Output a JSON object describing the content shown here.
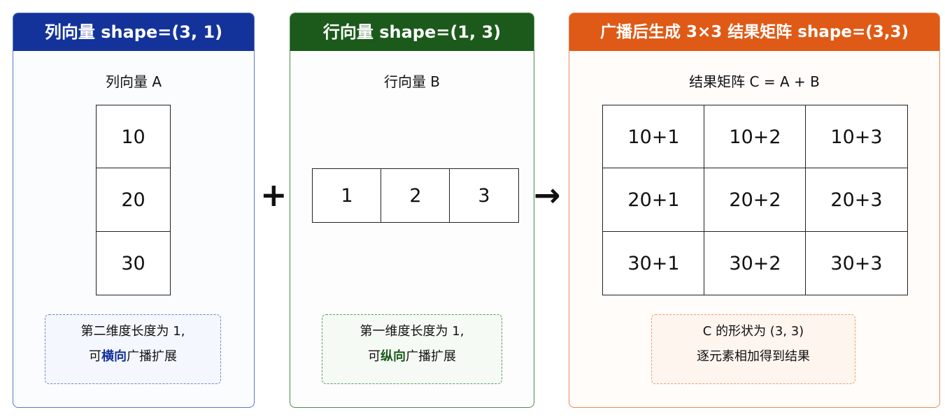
{
  "panel_a": {
    "title": "列向量 shape=(3, 1)",
    "subtitle": "列向量 A",
    "values": [
      "10",
      "20",
      "30"
    ],
    "note_line1": "第二维度长度为 1,",
    "note_prefix": "可",
    "note_highlight": "横向",
    "note_suffix": "广播扩展"
  },
  "operator_plus": "+",
  "panel_b": {
    "title": "行向量 shape=(1, 3)",
    "subtitle": "行向量 B",
    "values": [
      "1",
      "2",
      "3"
    ],
    "note_line1": "第一维度长度为 1,",
    "note_prefix": "可",
    "note_highlight": "纵向",
    "note_suffix": "广播扩展"
  },
  "operator_arrow": "→",
  "panel_c": {
    "title": "广播后生成 3×3 结果矩阵 shape=(3,3)",
    "subtitle": "结果矩阵 C = A + B",
    "matrix": [
      [
        "10+1",
        "10+2",
        "10+3"
      ],
      [
        "20+1",
        "20+2",
        "20+3"
      ],
      [
        "30+1",
        "30+2",
        "30+3"
      ]
    ],
    "note_line1": "C 的形状为 (3, 3)",
    "note_line2": "逐元素相加得到结果"
  },
  "colors": {
    "blue": "#14339a",
    "green": "#1b5a1b",
    "orange": "#df5a16"
  }
}
